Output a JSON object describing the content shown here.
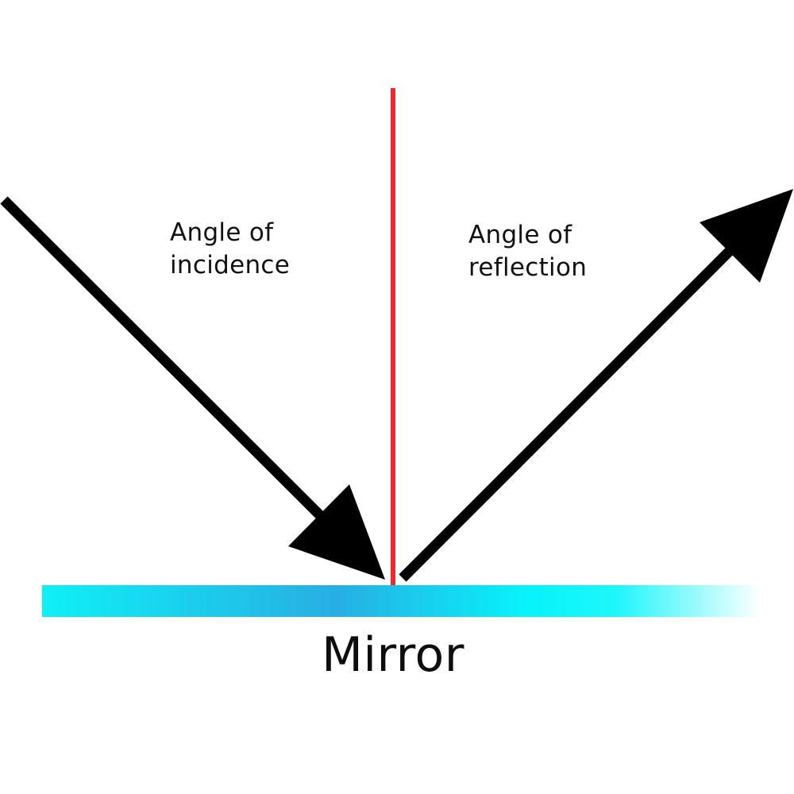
{
  "labels": {
    "incidence": [
      "Angle of",
      "incidence"
    ],
    "reflection": [
      "Angle of",
      "reflection"
    ],
    "mirror": "Mirror"
  },
  "colors": {
    "ray": "#000000",
    "normal": "#ee2a2e",
    "mirror_gradient": [
      "#0ff0f6",
      "#27aee3",
      "#06f4fa",
      "#ffffff"
    ]
  }
}
